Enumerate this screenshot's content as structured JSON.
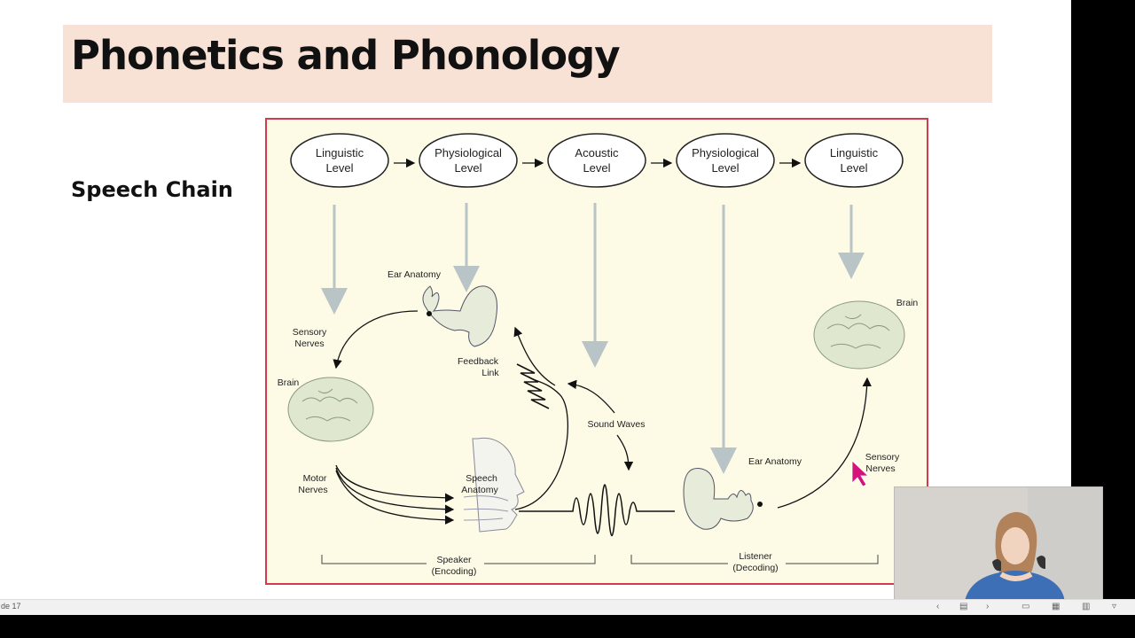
{
  "slide": {
    "title": "Phonetics and Phonology",
    "subtitle": "Speech Chain"
  },
  "diagram": {
    "levels": [
      {
        "line1": "Linguistic",
        "line2": "Level"
      },
      {
        "line1": "Physiological",
        "line2": "Level"
      },
      {
        "line1": "Acoustic",
        "line2": "Level"
      },
      {
        "line1": "Physiological",
        "line2": "Level"
      },
      {
        "line1": "Linguistic",
        "line2": "Level"
      }
    ],
    "labels": {
      "ear_anatomy_left": "Ear Anatomy",
      "sensory_nerves_left_1": "Sensory",
      "sensory_nerves_left_2": "Nerves",
      "brain_left": "Brain",
      "feedback_link_1": "Feedback",
      "feedback_link_2": "Link",
      "sound_waves": "Sound Waves",
      "motor_nerves_1": "Motor",
      "motor_nerves_2": "Nerves",
      "speech_anatomy_1": "Speech",
      "speech_anatomy_2": "Anatomy",
      "ear_anatomy_right": "Ear Anatomy",
      "sensory_nerves_right_1": "Sensory",
      "sensory_nerves_right_2": "Nerves",
      "brain_right": "Brain",
      "speaker_1": "Speaker",
      "speaker_2": "(Encoding)",
      "listener_1": "Listener",
      "listener_2": "(Decoding)"
    },
    "colors": {
      "border": "#d23a4e",
      "background": "#fdfbe6",
      "down_arrows": "#b9c4c6",
      "brain": "#dfe8cf",
      "ear": "#e6ecd9"
    }
  },
  "status_bar": {
    "page_indicator": "de 17"
  },
  "webcam": {
    "description_icon": "presenter-video-icon"
  }
}
